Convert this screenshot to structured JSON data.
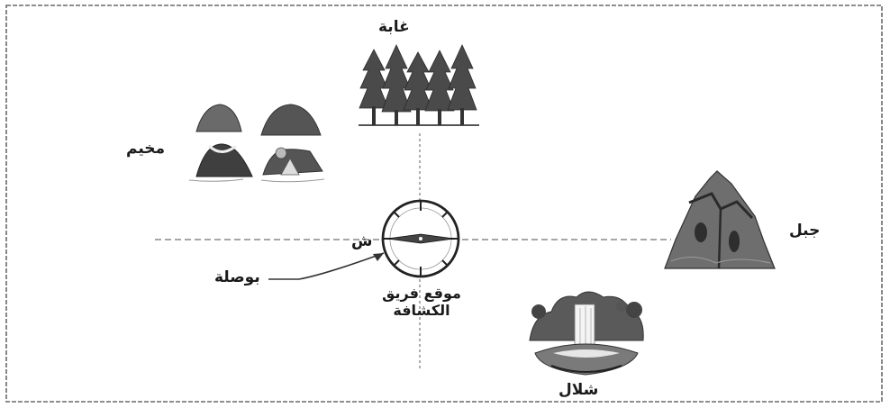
{
  "labels": {
    "forest": "غابة",
    "camp": "مخيم",
    "mountain": "جبل",
    "waterfall": "شلال",
    "west": "ش",
    "compass": "بوصلة",
    "team_location": "موقع فريق الكشافة"
  },
  "icons": [
    "forest-icon",
    "camp-tents-icon",
    "mountain-icon",
    "waterfall-icon",
    "compass-icon"
  ]
}
